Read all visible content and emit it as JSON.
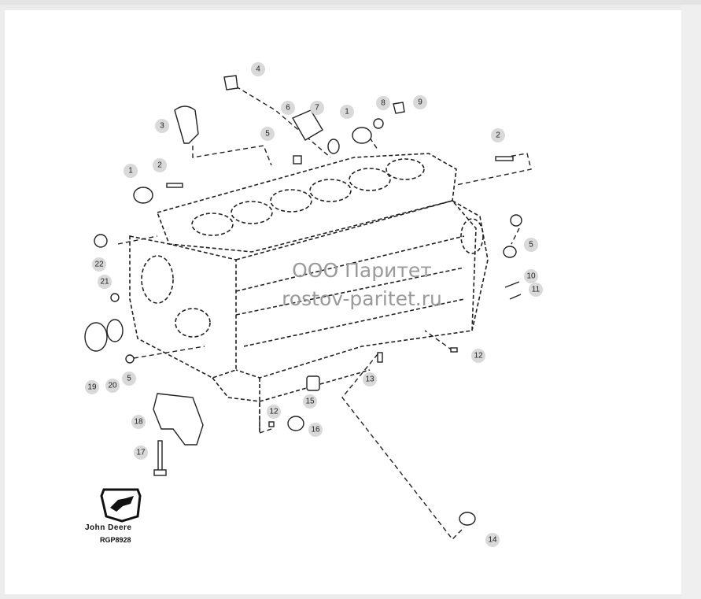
{
  "watermark": {
    "line1": "ООО Паритет",
    "line2": "rostov-paritet.ru"
  },
  "logo": {
    "brand": "John Deere",
    "code": "RGP8928"
  },
  "callouts": [
    {
      "id": "c4",
      "label": "4"
    },
    {
      "id": "c6",
      "label": "6"
    },
    {
      "id": "c7",
      "label": "7"
    },
    {
      "id": "c1a",
      "label": "1"
    },
    {
      "id": "c8",
      "label": "8"
    },
    {
      "id": "c9",
      "label": "9"
    },
    {
      "id": "c3",
      "label": "3"
    },
    {
      "id": "c5a",
      "label": "5"
    },
    {
      "id": "c2a",
      "label": "2"
    },
    {
      "id": "c1b",
      "label": "1"
    },
    {
      "id": "c2b",
      "label": "2"
    },
    {
      "id": "c5b",
      "label": "5"
    },
    {
      "id": "c22",
      "label": "22"
    },
    {
      "id": "c21",
      "label": "21"
    },
    {
      "id": "c10",
      "label": "10"
    },
    {
      "id": "c11",
      "label": "11"
    },
    {
      "id": "c12a",
      "label": "12"
    },
    {
      "id": "c13",
      "label": "13"
    },
    {
      "id": "c19",
      "label": "19"
    },
    {
      "id": "c20",
      "label": "20"
    },
    {
      "id": "c5c",
      "label": "5"
    },
    {
      "id": "c15",
      "label": "15"
    },
    {
      "id": "c18",
      "label": "18"
    },
    {
      "id": "c12b",
      "label": "12"
    },
    {
      "id": "c16",
      "label": "16"
    },
    {
      "id": "c17",
      "label": "17"
    },
    {
      "id": "c14",
      "label": "14"
    }
  ],
  "colors": {
    "line": "#222222",
    "bubble": "#d9d9d9",
    "watermark": "#9a9a9a"
  }
}
